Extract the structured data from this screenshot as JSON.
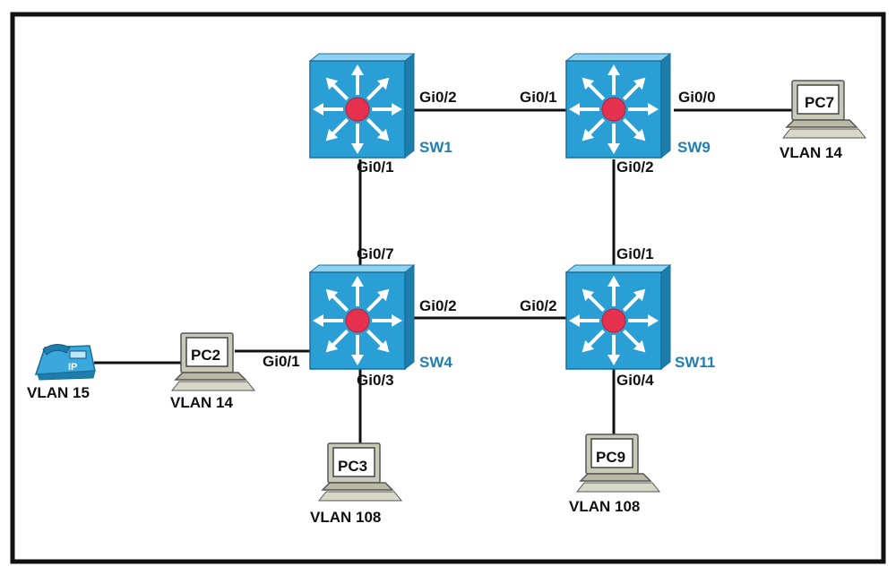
{
  "switches": [
    {
      "id": "sw1",
      "label": "SW1"
    },
    {
      "id": "sw9",
      "label": "SW9"
    },
    {
      "id": "sw4",
      "label": "SW4"
    },
    {
      "id": "sw11",
      "label": "SW11"
    }
  ],
  "pcs": [
    {
      "id": "pc7",
      "label": "PC7",
      "vlan": "VLAN 14"
    },
    {
      "id": "pc2",
      "label": "PC2",
      "vlan": "VLAN 14"
    },
    {
      "id": "pc3",
      "label": "PC3",
      "vlan": "VLAN 108"
    },
    {
      "id": "pc9",
      "label": "PC9",
      "vlan": "VLAN 108"
    }
  ],
  "phone": {
    "label": "IP",
    "vlan": "VLAN 15"
  },
  "links": [
    {
      "from": "sw1",
      "from_port": "Gi0/2",
      "to": "sw9",
      "to_port": "Gi0/1"
    },
    {
      "from": "sw9",
      "from_port": "Gi0/0",
      "to": "pc7",
      "to_port": ""
    },
    {
      "from": "sw1",
      "from_port": "Gi0/1",
      "to": "sw4",
      "to_port": "Gi0/7"
    },
    {
      "from": "sw9",
      "from_port": "Gi0/2",
      "to": "sw11",
      "to_port": "Gi0/1"
    },
    {
      "from": "sw4",
      "from_port": "Gi0/2",
      "to": "sw11",
      "to_port": "Gi0/2"
    },
    {
      "from": "sw4",
      "from_port": "Gi0/1",
      "to": "pc2",
      "to_port": ""
    },
    {
      "from": "pc2",
      "from_port": "",
      "to": "phone",
      "to_port": ""
    },
    {
      "from": "sw4",
      "from_port": "Gi0/3",
      "to": "pc3",
      "to_port": ""
    },
    {
      "from": "sw11",
      "from_port": "Gi0/4",
      "to": "pc9",
      "to_port": ""
    }
  ]
}
